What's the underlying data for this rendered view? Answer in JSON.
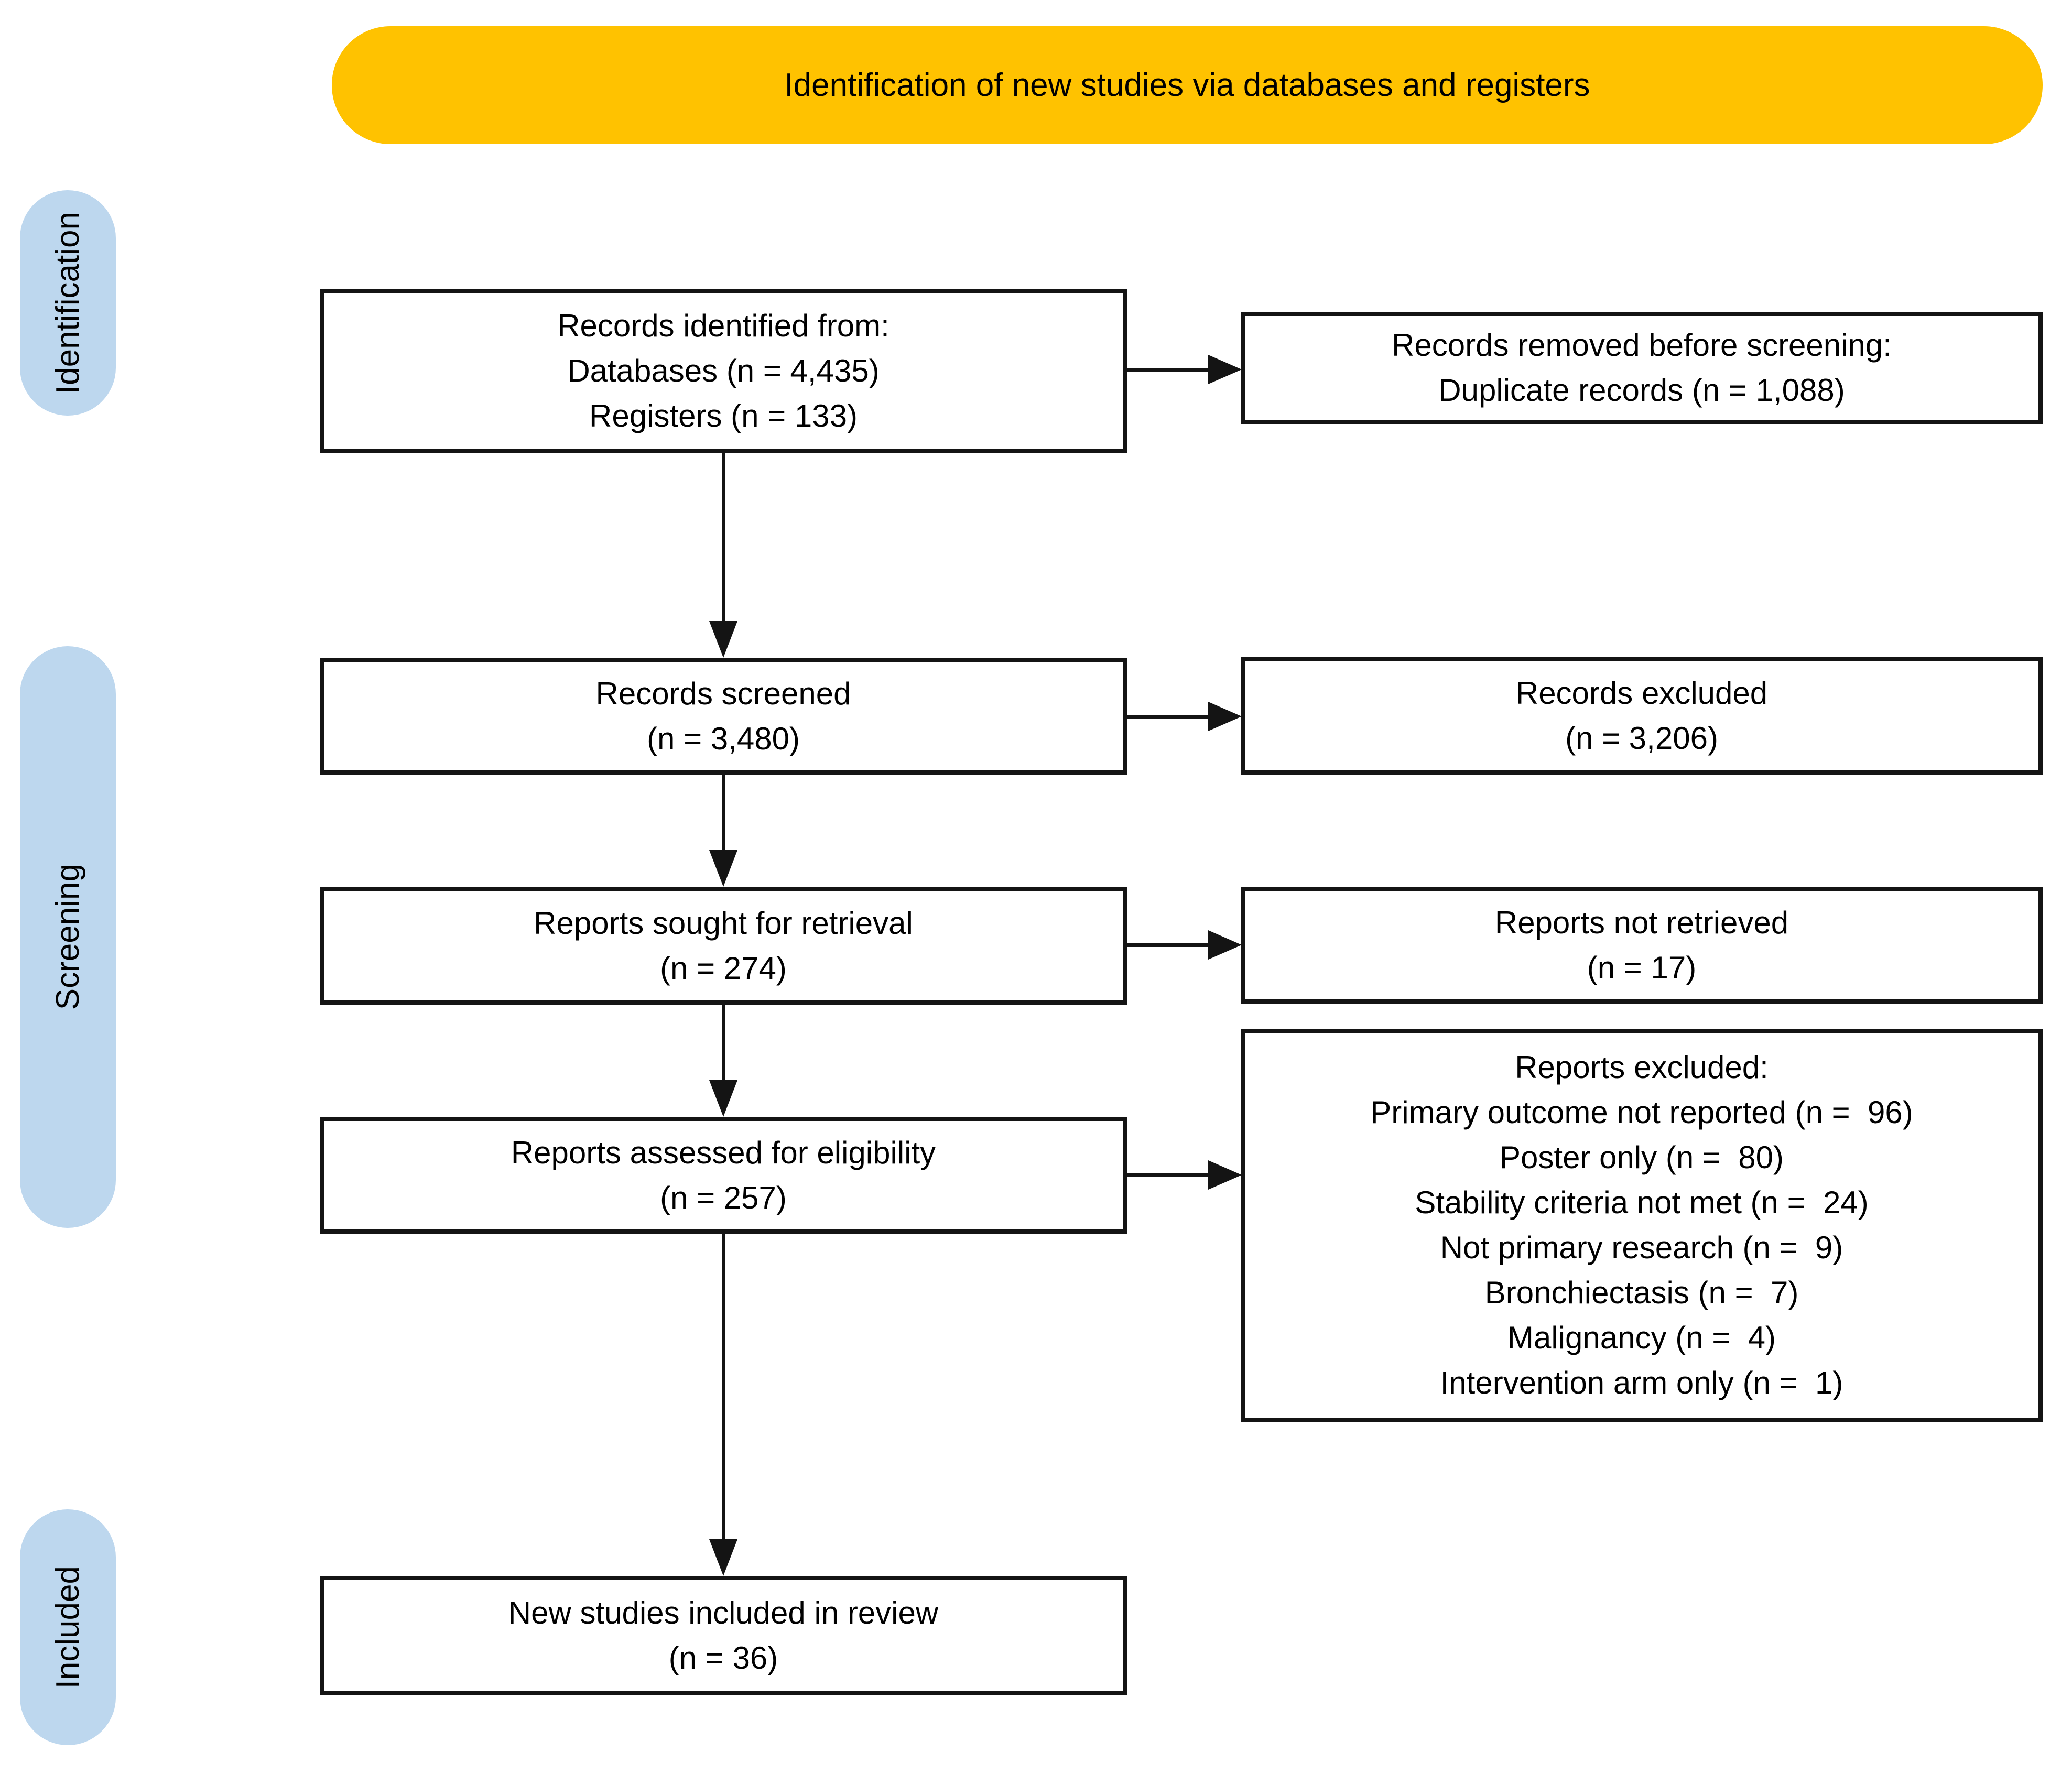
{
  "banner": {
    "label": "Identification of new studies via databases and registers"
  },
  "stages": [
    {
      "label": "Identification"
    },
    {
      "label": "Screening"
    },
    {
      "label": "Included"
    }
  ],
  "boxes": {
    "identified": {
      "lines": [
        "Records identified from:",
        "Databases (n = 4,435)",
        "Registers (n = 133)"
      ]
    },
    "removed": {
      "lines": [
        "Records removed before screening:",
        "Duplicate records (n = 1,088)"
      ]
    },
    "screened": {
      "lines": [
        "Records screened",
        "(n = 3,480)"
      ]
    },
    "records_excluded": {
      "lines": [
        "Records excluded",
        "(n = 3,206)"
      ]
    },
    "sought": {
      "lines": [
        "Reports sought for retrieval",
        "(n = 274)"
      ]
    },
    "not_retrieved": {
      "lines": [
        "Reports not retrieved",
        "(n = 17)"
      ]
    },
    "assessed": {
      "lines": [
        "Reports assessed for eligibility",
        "(n = 257)"
      ]
    },
    "reports_excluded": {
      "lines": [
        "Reports excluded:",
        "Primary outcome not reported (n =  96)",
        "Poster only (n =  80)",
        "Stability criteria not met (n =  24)",
        "Not primary research (n =  9)",
        "Bronchiectasis (n =  7)",
        "Malignancy (n =  4)",
        "Intervention arm only (n =  1)"
      ]
    },
    "included": {
      "lines": [
        "New studies included in review",
        "(n = 36)"
      ]
    }
  },
  "colors": {
    "banner_bg": "#FFC200",
    "stage_bg": "#BDD7EE",
    "box_border": "#141414",
    "text": "#000000"
  }
}
